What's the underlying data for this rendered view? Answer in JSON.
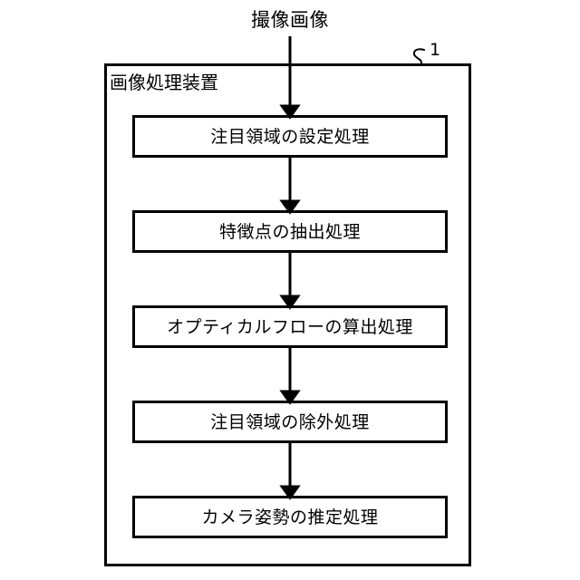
{
  "figure": {
    "input_label": "撮像画像",
    "container": {
      "label": "画像処理装置",
      "reference_numeral": "1"
    },
    "steps": [
      {
        "id": "roi-setting",
        "label": "注目領域の設定処理"
      },
      {
        "id": "feature-extraction",
        "label": "特徴点の抽出処理"
      },
      {
        "id": "optical-flow",
        "label": "オプティカルフローの算出処理"
      },
      {
        "id": "roi-exclusion",
        "label": "注目領域の除外処理"
      },
      {
        "id": "camera-pose",
        "label": "カメラ姿勢の推定処理"
      }
    ],
    "colors": {
      "line": "#000000",
      "background": "#ffffff",
      "text": "#000000"
    }
  }
}
